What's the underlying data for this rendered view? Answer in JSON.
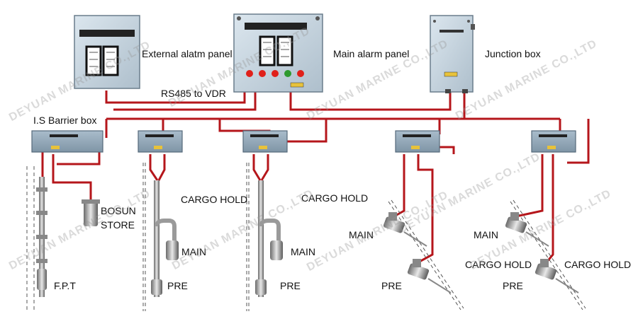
{
  "labels": {
    "external_alarm_panel": "External alatm panel",
    "main_alarm_panel": "Main alarm panel",
    "junction_box": "Junction box",
    "rs485": "RS485 to VDR",
    "barrier_box": "I.S Barrier box",
    "bosun_store_1": "BOSUN",
    "bosun_store_2": "STORE",
    "fpt": "F.P.T",
    "cargo_hold_a": "CARGO HOLD",
    "cargo_hold_b": "CARGO HOLD",
    "cargo_hold_c": "CARGO HOLD",
    "cargo_hold_d": "CARGO HOLD",
    "main_a": "MAIN",
    "main_b": "MAIN",
    "main_c": "MAIN",
    "main_d": "MAIN",
    "pre_a": "PRE",
    "pre_b": "PRE",
    "pre_c": "PRE",
    "pre_d": "PRE"
  },
  "watermark": "DEYUAN MARINE CO.,LTD",
  "colors": {
    "cable": "#b5161b",
    "panel": "#c7d6e2",
    "panel_border": "#6a7d8c",
    "lamp_red": "#e0201a",
    "lamp_green": "#2e9a2e"
  }
}
